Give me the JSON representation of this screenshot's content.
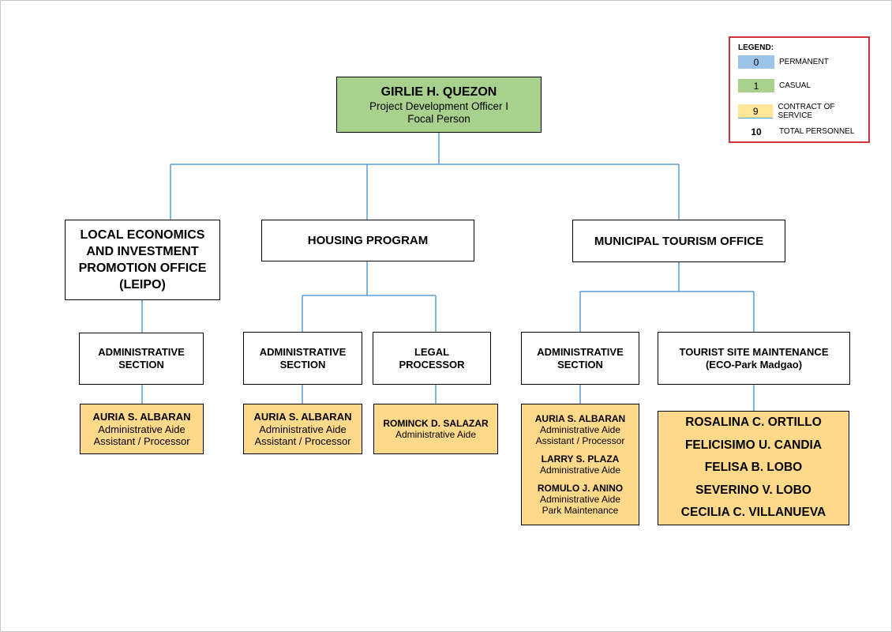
{
  "top": {
    "name": "GIRLIE H. QUEZON",
    "position": "Project Development Officer I",
    "role": "Focal Person"
  },
  "units": {
    "leipo": {
      "line1": "LOCAL ECONOMICS",
      "line2": "AND INVESTMENT",
      "line3": "PROMOTION OFFICE",
      "line4": "(LEIPO)"
    },
    "housing": {
      "title": "HOUSING PROGRAM"
    },
    "tourism": {
      "title": "MUNICIPAL TOURISM OFFICE"
    }
  },
  "sections": {
    "leipo_admin": {
      "line1": "ADMINISTRATIVE",
      "line2": "SECTION"
    },
    "housing_admin": {
      "line1": "ADMINISTRATIVE",
      "line2": "SECTION"
    },
    "housing_legal": {
      "line1": "LEGAL",
      "line2": "PROCESSOR"
    },
    "tourism_admin": {
      "line1": "ADMINISTRATIVE",
      "line2": "SECTION"
    },
    "tourism_site": {
      "line1": "TOURIST SITE MAINTENANCE",
      "line2": "(ECO-Park Madgao)"
    }
  },
  "staff": {
    "leipo_admin": {
      "name": "AURIA S. ALBARAN",
      "position": "Administrative Aide",
      "role": "Assistant / Processor"
    },
    "housing_admin": {
      "name": "AURIA S. ALBARAN",
      "position": "Administrative Aide",
      "role": "Assistant / Processor"
    },
    "housing_legal": {
      "name": "ROMINCK D. SALAZAR",
      "position": "Administrative Aide"
    },
    "tourism_admin": [
      {
        "name": "AURIA S. ALBARAN",
        "position": "Administrative Aide",
        "role": "Assistant / Processor"
      },
      {
        "name": "LARRY S. PLAZA",
        "position": "Administrative Aide"
      },
      {
        "name": "ROMULO J. ANINO",
        "position": "Administrative Aide",
        "role": "Park Maintenance"
      }
    ],
    "tourism_site": [
      "ROSALINA C. ORTILLO",
      "FELICISIMO U. CANDIA",
      "FELISA B. LOBO",
      "SEVERINO V. LOBO",
      "CECILIA C. VILLANUEVA"
    ]
  },
  "legend": {
    "title": "LEGEND:",
    "items": [
      {
        "count": "0",
        "label": "PERMANENT",
        "color": "#9dc3e6"
      },
      {
        "count": "1",
        "label": "CASUAL",
        "color": "#a9d18e"
      },
      {
        "count": "9",
        "label": "CONTRACT OF SERVICE",
        "color": "#ffe699"
      }
    ],
    "total": {
      "count": "10",
      "label": "TOTAL PERSONNEL"
    }
  },
  "colors": {
    "connector": "#5b9bd5",
    "casual": "#a9d18e",
    "contract": "#ffd98a",
    "legend_border": "#d0313d"
  }
}
